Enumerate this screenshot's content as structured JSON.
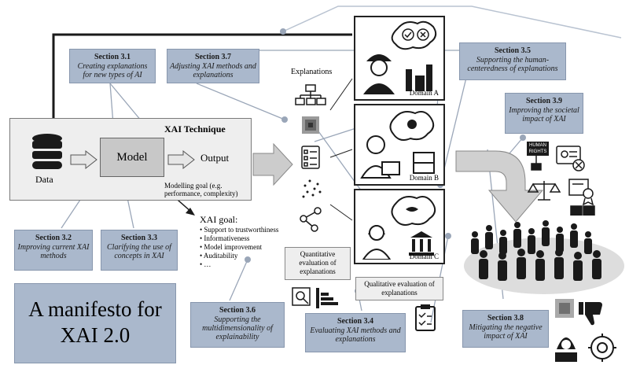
{
  "sections": {
    "s31": {
      "title": "Section 3.1",
      "sub": "Creating explanations for new types of AI"
    },
    "s37": {
      "title": "Section 3.7",
      "sub": "Adjusting XAI methods and explanations"
    },
    "s35": {
      "title": "Section 3.5",
      "sub": "Supporting the human-centeredness of explanations"
    },
    "s39": {
      "title": "Section 3.9",
      "sub": "Improving the societal impact of XAI"
    },
    "s32": {
      "title": "Section 3.2",
      "sub": "Improving current XAI methods"
    },
    "s33": {
      "title": "Section 3.3",
      "sub": "Clarifying the use of concepts in XAI"
    },
    "s36": {
      "title": "Section 3.6",
      "sub": "Supporting the multidimensionality of explainability"
    },
    "s34": {
      "title": "Section 3.4",
      "sub": "Evaluating XAI methods and explanations"
    },
    "s38": {
      "title": "Section 3.8",
      "sub": "Mitigating the negative impact of XAI"
    }
  },
  "technique": {
    "title": "XAI Technique",
    "data_label": "Data",
    "model_label": "Model",
    "output_label": "Output",
    "modelling_goal": "Modelling goal (e.g. performance, complexity)"
  },
  "xai_goal": {
    "title": "XAI goal:",
    "items": [
      "Support to trustworthiness",
      "Informativeness",
      "Model improvement",
      "Auditability",
      "…"
    ]
  },
  "explanations_label": "Explanations",
  "domains": {
    "a": "Domain A",
    "b": "Domain B",
    "c": "Domain C"
  },
  "quantitative": "Quantitative evaluation of explanations",
  "qualitative": "Qualitative evaluation of explanations",
  "manifesto": {
    "line1": "A manifesto for",
    "line2": "XAI 2.0"
  },
  "human_rights_sign": "HUMAN RIGHTS",
  "colors": {
    "section_bg": "#aab8cc",
    "box_bg": "#eeeeee",
    "connector": "#9aa6b8"
  }
}
